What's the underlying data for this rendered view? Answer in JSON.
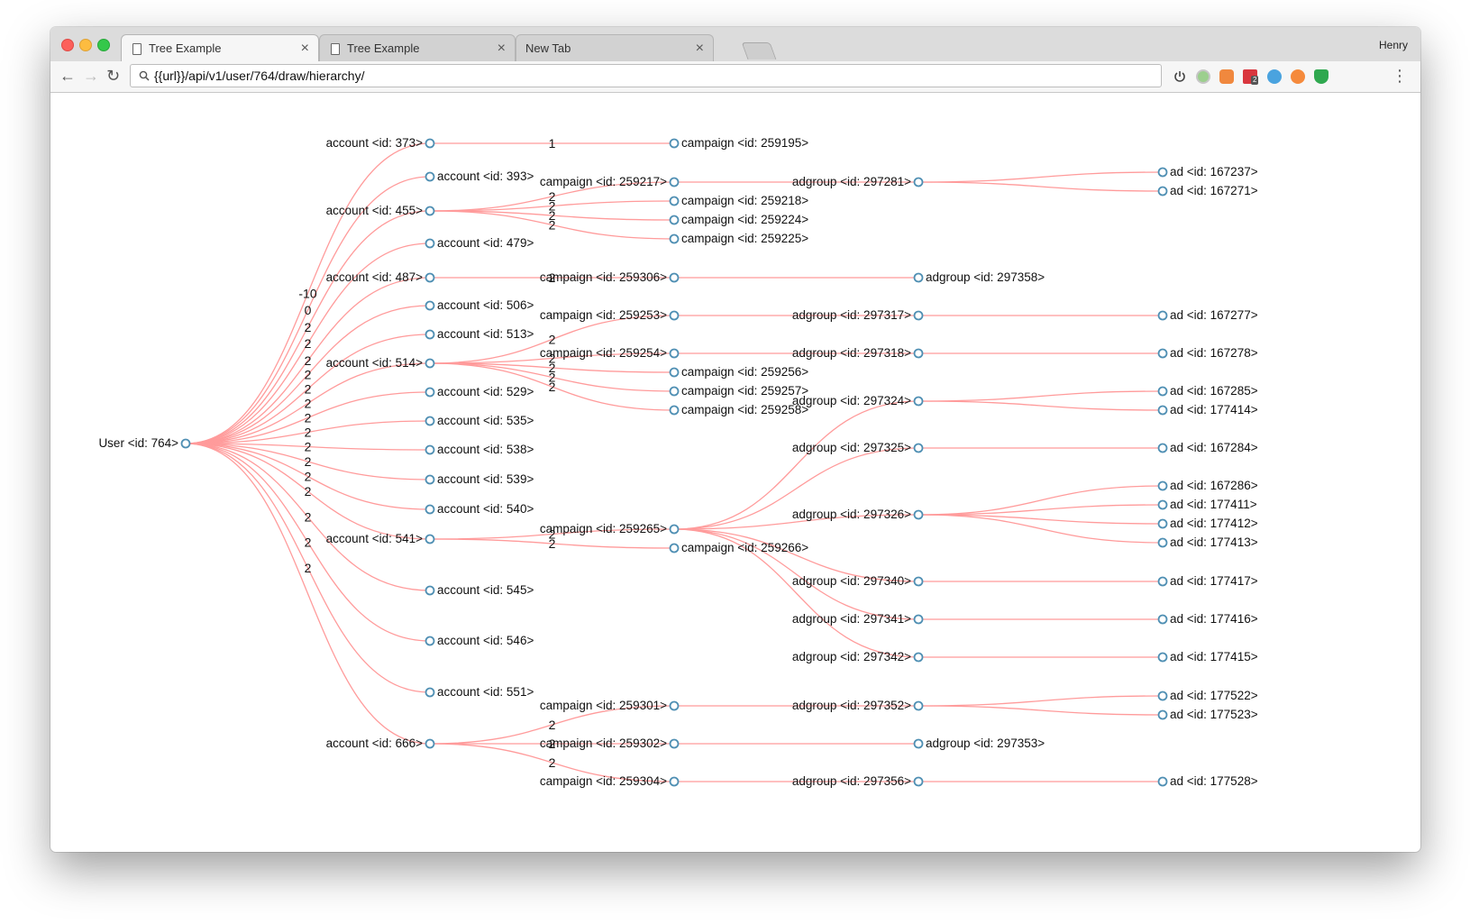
{
  "browser": {
    "tabs": [
      {
        "title": "Tree Example",
        "close": "×",
        "active": true
      },
      {
        "title": "Tree Example",
        "close": "×",
        "active": false
      },
      {
        "title": "New Tab",
        "close": "×",
        "active": false
      }
    ],
    "profile": "Henry",
    "url": "{{url}}/api/v1/user/764/draw/hierarchy/",
    "nav": {
      "back": "←",
      "forward": "→",
      "reload": "↻",
      "menu": "⋮"
    },
    "extension_badge": "2"
  },
  "diagram": {
    "link_color": "#ff9b9b",
    "node_stroke": "#4f8fb3",
    "nodes": [
      {
        "id": "u764",
        "label": "User <id: 764>",
        "depth": 0
      },
      {
        "id": "a373",
        "label": "account <id: 373>",
        "parent": "u764",
        "depth": 1,
        "children_side": true
      },
      {
        "id": "a393",
        "label": "account <id: 393>",
        "parent": "u764",
        "depth": 1
      },
      {
        "id": "a455",
        "label": "account <id: 455>",
        "parent": "u764",
        "depth": 1,
        "children_side": true
      },
      {
        "id": "a479",
        "label": "account <id: 479>",
        "parent": "u764",
        "depth": 1
      },
      {
        "id": "a487",
        "label": "account <id: 487>",
        "parent": "u764",
        "depth": 1,
        "children_side": true
      },
      {
        "id": "a506",
        "label": "account <id: 506>",
        "parent": "u764",
        "depth": 1
      },
      {
        "id": "a513",
        "label": "account <id: 513>",
        "parent": "u764",
        "depth": 1
      },
      {
        "id": "a514",
        "label": "account <id: 514>",
        "parent": "u764",
        "depth": 1,
        "children_side": true
      },
      {
        "id": "a529",
        "label": "account <id: 529>",
        "parent": "u764",
        "depth": 1
      },
      {
        "id": "a535",
        "label": "account <id: 535>",
        "parent": "u764",
        "depth": 1
      },
      {
        "id": "a538",
        "label": "account <id: 538>",
        "parent": "u764",
        "depth": 1
      },
      {
        "id": "a539",
        "label": "account <id: 539>",
        "parent": "u764",
        "depth": 1
      },
      {
        "id": "a540",
        "label": "account <id: 540>",
        "parent": "u764",
        "depth": 1
      },
      {
        "id": "a541",
        "label": "account <id: 541>",
        "parent": "u764",
        "depth": 1,
        "children_side": true
      },
      {
        "id": "a545",
        "label": "account <id: 545>",
        "parent": "u764",
        "depth": 1
      },
      {
        "id": "a546",
        "label": "account <id: 546>",
        "parent": "u764",
        "depth": 1
      },
      {
        "id": "a551",
        "label": "account <id: 551>",
        "parent": "u764",
        "depth": 1
      },
      {
        "id": "a666",
        "label": "account <id: 666>",
        "parent": "u764",
        "depth": 1,
        "children_side": true
      },
      {
        "id": "c259195",
        "label": "campaign <id: 259195>",
        "parent": "a373",
        "depth": 2
      },
      {
        "id": "c259217",
        "label": "campaign <id: 259217>",
        "parent": "a455",
        "depth": 2,
        "children_side": true
      },
      {
        "id": "c259218",
        "label": "campaign <id: 259218>",
        "parent": "a455",
        "depth": 2
      },
      {
        "id": "c259224",
        "label": "campaign <id: 259224>",
        "parent": "a455",
        "depth": 2
      },
      {
        "id": "c259225",
        "label": "campaign <id: 259225>",
        "parent": "a455",
        "depth": 2
      },
      {
        "id": "c259306",
        "label": "campaign <id: 259306>",
        "parent": "a487",
        "depth": 2,
        "children_side": true
      },
      {
        "id": "c259253",
        "label": "campaign <id: 259253>",
        "parent": "a514",
        "depth": 2,
        "children_side": true
      },
      {
        "id": "c259254",
        "label": "campaign <id: 259254>",
        "parent": "a514",
        "depth": 2,
        "children_side": true
      },
      {
        "id": "c259256",
        "label": "campaign <id: 259256>",
        "parent": "a514",
        "depth": 2
      },
      {
        "id": "c259257",
        "label": "campaign <id: 259257>",
        "parent": "a514",
        "depth": 2
      },
      {
        "id": "c259258",
        "label": "campaign <id: 259258>",
        "parent": "a514",
        "depth": 2
      },
      {
        "id": "c259265",
        "label": "campaign <id: 259265>",
        "parent": "a541",
        "depth": 2,
        "children_side": true
      },
      {
        "id": "c259266",
        "label": "campaign <id: 259266>",
        "parent": "a541",
        "depth": 2
      },
      {
        "id": "c259301",
        "label": "campaign <id: 259301>",
        "parent": "a666",
        "depth": 2,
        "children_side": true
      },
      {
        "id": "c259302",
        "label": "campaign <id: 259302>",
        "parent": "a666",
        "depth": 2,
        "children_side": true
      },
      {
        "id": "c259304",
        "label": "campaign <id: 259304>",
        "parent": "a666",
        "depth": 2,
        "children_side": true
      },
      {
        "id": "g297281",
        "label": "adgroup <id: 297281>",
        "parent": "c259217",
        "depth": 3,
        "children_side": true
      },
      {
        "id": "g297358",
        "label": "adgroup <id: 297358>",
        "parent": "c259306",
        "depth": 3
      },
      {
        "id": "g297317",
        "label": "adgroup <id: 297317>",
        "parent": "c259253",
        "depth": 3,
        "children_side": true
      },
      {
        "id": "g297318",
        "label": "adgroup <id: 297318>",
        "parent": "c259254",
        "depth": 3,
        "children_side": true
      },
      {
        "id": "g297324",
        "label": "adgroup <id: 297324>",
        "parent": "c259265",
        "depth": 3,
        "children_side": true
      },
      {
        "id": "g297325",
        "label": "adgroup <id: 297325>",
        "parent": "c259265",
        "depth": 3,
        "children_side": true
      },
      {
        "id": "g297326",
        "label": "adgroup <id: 297326>",
        "parent": "c259265",
        "depth": 3,
        "children_side": true
      },
      {
        "id": "g297340",
        "label": "adgroup <id: 297340>",
        "parent": "c259265",
        "depth": 3,
        "children_side": true
      },
      {
        "id": "g297341",
        "label": "adgroup <id: 297341>",
        "parent": "c259265",
        "depth": 3,
        "children_side": true
      },
      {
        "id": "g297342",
        "label": "adgroup <id: 297342>",
        "parent": "c259265",
        "depth": 3,
        "children_side": true
      },
      {
        "id": "g297352",
        "label": "adgroup <id: 297352>",
        "parent": "c259301",
        "depth": 3,
        "children_side": true
      },
      {
        "id": "g297353",
        "label": "adgroup <id: 297353>",
        "parent": "c259302",
        "depth": 3
      },
      {
        "id": "g297356",
        "label": "adgroup <id: 297356>",
        "parent": "c259304",
        "depth": 3,
        "children_side": true
      },
      {
        "id": "d167237",
        "label": "ad <id: 167237>",
        "parent": "g297281",
        "depth": 4
      },
      {
        "id": "d167271",
        "label": "ad <id: 167271>",
        "parent": "g297281",
        "depth": 4
      },
      {
        "id": "d167277",
        "label": "ad <id: 167277>",
        "parent": "g297317",
        "depth": 4
      },
      {
        "id": "d167278",
        "label": "ad <id: 167278>",
        "parent": "g297318",
        "depth": 4
      },
      {
        "id": "d167285",
        "label": "ad <id: 167285>",
        "parent": "g297324",
        "depth": 4
      },
      {
        "id": "d177414",
        "label": "ad <id: 177414>",
        "parent": "g297324",
        "depth": 4
      },
      {
        "id": "d167284",
        "label": "ad <id: 167284>",
        "parent": "g297325",
        "depth": 4
      },
      {
        "id": "d167286",
        "label": "ad <id: 167286>",
        "parent": "g297326",
        "depth": 4
      },
      {
        "id": "d177411",
        "label": "ad <id: 177411>",
        "parent": "g297326",
        "depth": 4
      },
      {
        "id": "d177412",
        "label": "ad <id: 177412>",
        "parent": "g297326",
        "depth": 4
      },
      {
        "id": "d177413",
        "label": "ad <id: 177413>",
        "parent": "g297326",
        "depth": 4
      },
      {
        "id": "d177417",
        "label": "ad <id: 177417>",
        "parent": "g297340",
        "depth": 4
      },
      {
        "id": "d177416",
        "label": "ad <id: 177416>",
        "parent": "g297341",
        "depth": 4
      },
      {
        "id": "d177415",
        "label": "ad <id: 177415>",
        "parent": "g297342",
        "depth": 4
      },
      {
        "id": "d177522",
        "label": "ad <id: 177522>",
        "parent": "g297352",
        "depth": 4
      },
      {
        "id": "d177523",
        "label": "ad <id: 177523>",
        "parent": "g297352",
        "depth": 4
      },
      {
        "id": "d177528",
        "label": "ad <id: 177528>",
        "parent": "g297356",
        "depth": 4
      }
    ],
    "user_link_labels": [
      "-10",
      "0",
      "2",
      "2",
      "2",
      "2",
      "2",
      "2",
      "2",
      "2",
      "2",
      "2",
      "2",
      "2",
      "2",
      "2",
      "2"
    ],
    "account_link_labels": {
      "a373": [
        "1"
      ],
      "a455": [
        "2",
        "2",
        "2",
        "2"
      ],
      "a487": [
        "2"
      ],
      "a514": [
        "2",
        "2",
        "2",
        "2",
        "2"
      ],
      "a541": [
        "2",
        "2"
      ],
      "a666": [
        "2",
        "2",
        "2"
      ]
    }
  }
}
